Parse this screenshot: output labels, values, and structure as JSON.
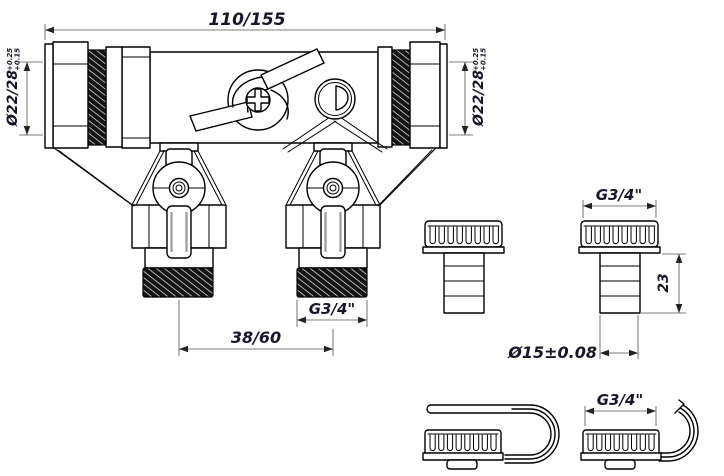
{
  "drawing": {
    "type": "technical-drawing",
    "subject": "two-outlet manifold valve with compression ends, hose union tail and blanking cap detail views",
    "colors": {
      "background": "#ffffff",
      "part_line": "#000000",
      "dimension_line": "#7d7d7d",
      "dimension_text": "#16162b",
      "thread_fill": "#141414"
    }
  },
  "main_view": {
    "overall_length": "110/155",
    "bore_left": {
      "value": "Ø22/28",
      "tol_upper": "+0.25",
      "tol_lower": "+0.15"
    },
    "bore_right": {
      "value": "Ø22/28",
      "tol_upper": "+0.25",
      "tol_lower": "+0.15"
    },
    "outlet_thread": "G3/4\"",
    "outlet_spacing": "38/60"
  },
  "hose_union_view": {
    "thread": "G3/4\"",
    "tail_length": "23",
    "tail_diameter": "Ø15±0.08"
  },
  "cap_view": {
    "thread": "G3/4\""
  }
}
